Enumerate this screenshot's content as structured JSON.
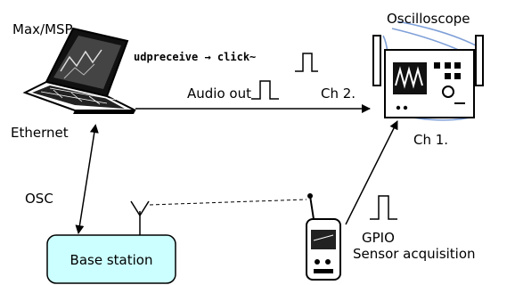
{
  "labels": {
    "max_msp": "Max/MSP",
    "oscilloscope": "Oscilloscope",
    "udp_chain": "udpreceive → click~",
    "audio_out": "Audio out",
    "ch2": "Ch 2.",
    "ch1": "Ch 1.",
    "ethernet": "Ethernet",
    "osc": "OSC",
    "base_station": "Base station",
    "gpio": "GPIO",
    "sensor_acquisition": "Sensor acquisition"
  },
  "colors": {
    "base_station_fill": "#ccffff",
    "scope_waves": "#7fa0d8"
  }
}
